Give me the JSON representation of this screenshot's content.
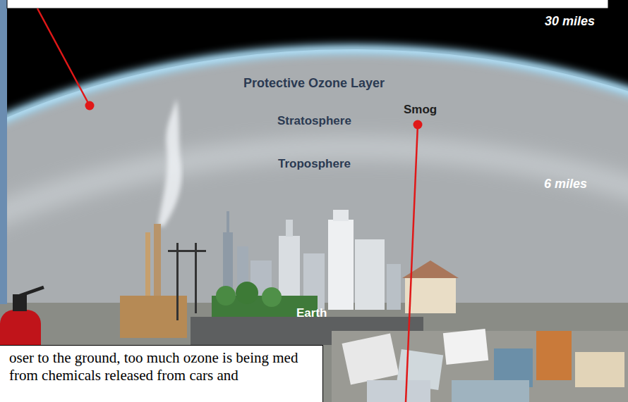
{
  "diagram": {
    "nodes": [
      {
        "text": [
          "oser to the ground, too much ozone is being med from chemicals released from cars and"
        ]
      }
    ],
    "labels": [
      "30 miles",
      "Protective Ozone Layer",
      "Stratosphere",
      "Troposphere",
      "6 miles",
      "Smog",
      "Earth"
    ]
  }
}
